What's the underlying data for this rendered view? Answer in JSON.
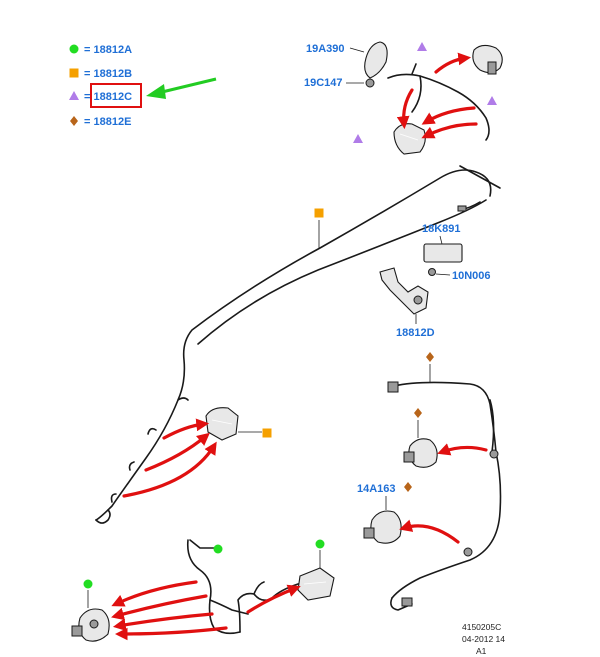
{
  "legend": {
    "items": [
      {
        "symbol": "circle",
        "color": "#22dd22",
        "text": "= 18812A"
      },
      {
        "symbol": "square",
        "color": "#f5a000",
        "text": "= 18812B"
      },
      {
        "symbol": "triangle",
        "color": "#b07ce8",
        "text": "= 18812C"
      },
      {
        "symbol": "diamond",
        "color": "#b8651a",
        "text": "= 18812E"
      }
    ],
    "highlight_color": "#e01010",
    "pointer_color": "#22cc22"
  },
  "labels": {
    "p19A390": "19A390",
    "p19C147": "19C147",
    "p18K891": "18K891",
    "p10N006": "10N006",
    "p18812D": "18812D",
    "p14A163": "14A163"
  },
  "footer": {
    "line1": "4150205C",
    "line2": "04-2012 14",
    "line3": "A1"
  },
  "colors": {
    "label": "#1f6fd6",
    "arrow": "#e01010"
  }
}
